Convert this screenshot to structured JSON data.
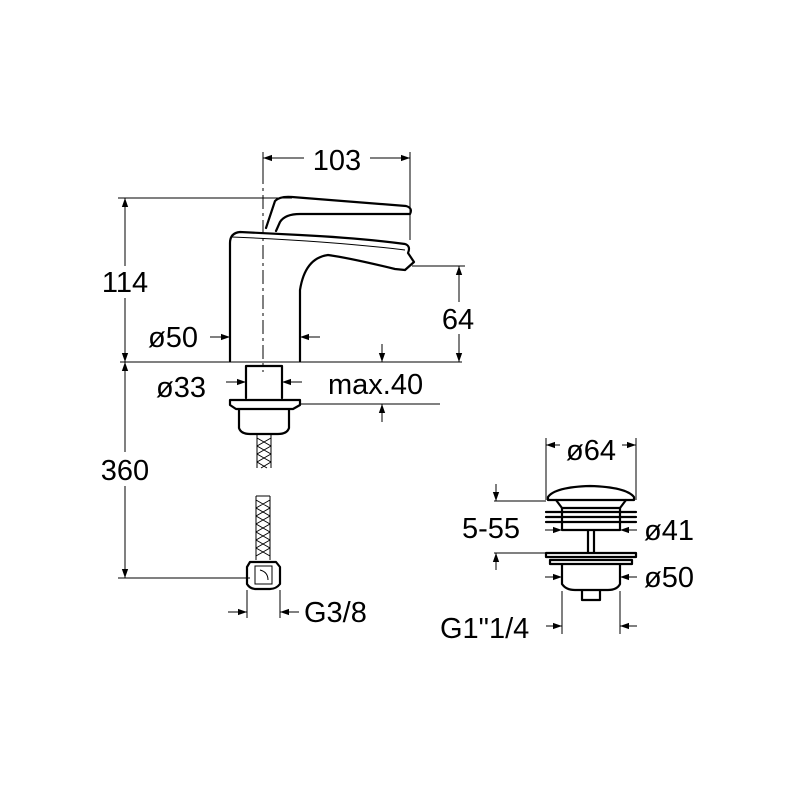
{
  "dimensions": {
    "width_103": "103",
    "height_114": "114",
    "spout_64": "64",
    "body_dia_50": "ø50",
    "shank_dia_33": "ø33",
    "max_40": "max.40",
    "hose_360": "360",
    "thread_g38": "G3/8",
    "waste_dia_64": "ø64",
    "waste_range_5_55": "5-55",
    "waste_dia_41": "ø41",
    "waste_dia_50": "ø50",
    "waste_thread": "G1\"1/4"
  },
  "colors": {
    "line": "#000000",
    "background": "#ffffff"
  }
}
